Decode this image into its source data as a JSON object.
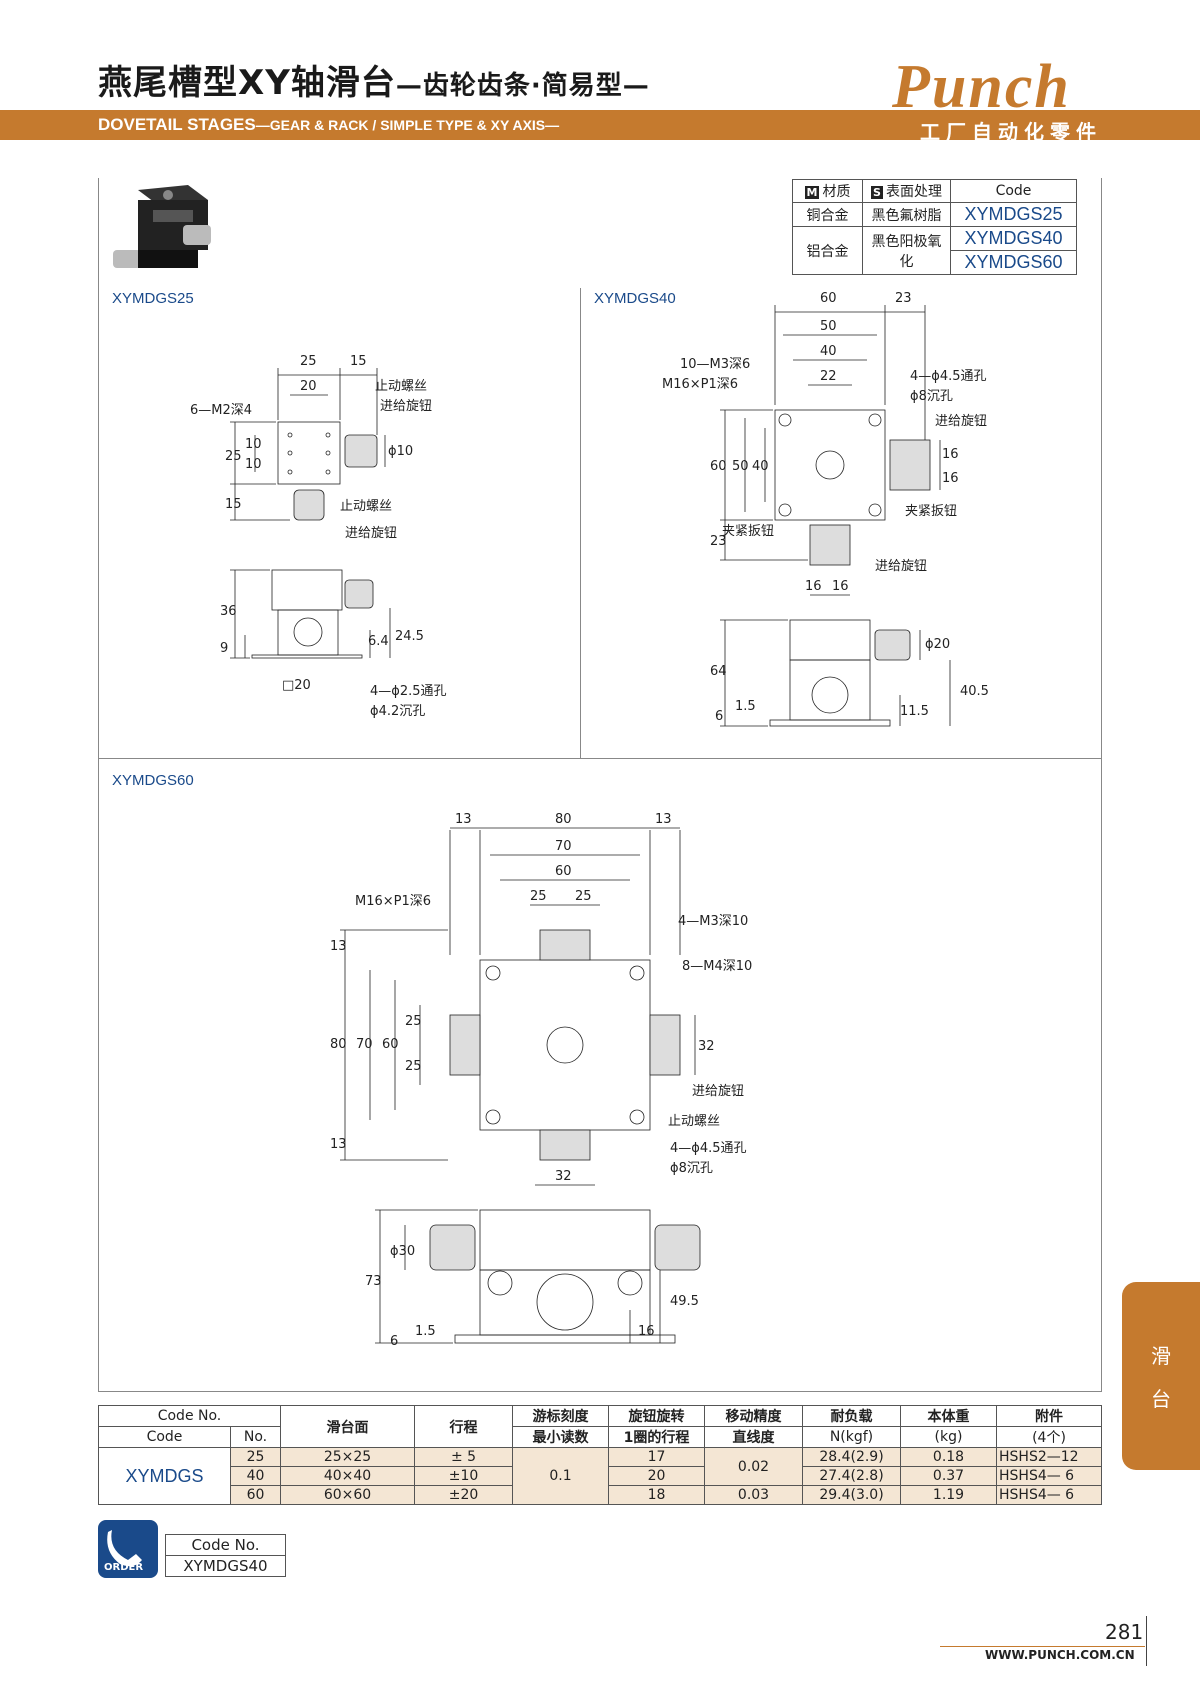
{
  "header": {
    "title_cn": "燕尾槽型XY轴滑台",
    "title_cn_sub": "—齿轮齿条·简易型—",
    "title_en": "DOVETAIL STAGES",
    "title_en_sub": "—GEAR & RACK / SIMPLE TYPE & XY AXIS—",
    "logo": "Punch",
    "logo_sub": "工厂自动化零件"
  },
  "spec": {
    "material_tag": "M",
    "material": "材质",
    "surface_tag": "S",
    "surface": "表面处理",
    "code": "Code",
    "rows": [
      {
        "material": "铜合金",
        "surface": "黑色氟树脂",
        "code": "XYMDGS25"
      },
      {
        "material": "铝合金",
        "surface": "黑色阳极氧化",
        "code": "XYMDGS40"
      },
      {
        "code": "XYMDGS60"
      }
    ]
  },
  "drawings": {
    "d25": {
      "label": "XYMDGS25",
      "dims": [
        "25",
        "15",
        "20",
        "6—M2深4",
        "止动螺丝",
        "进给旋钮",
        "25",
        "10",
        "10",
        "ϕ10",
        "15",
        "止动螺丝",
        "进给旋钮",
        "36",
        "9",
        "6.4",
        "24.5",
        "□20",
        "4—ϕ2.5通孔",
        "ϕ4.2沉孔"
      ]
    },
    "d40": {
      "label": "XYMDGS40",
      "dims": [
        "60",
        "23",
        "50",
        "40",
        "10—M3深6",
        "M16×P1深6",
        "22",
        "4—ϕ4.5通孔",
        "ϕ8沉孔",
        "进给旋钮",
        "60",
        "50",
        "40",
        "16",
        "16",
        "23",
        "夹紧扳钮",
        "夹紧扳钮",
        "进给旋钮",
        "16",
        "16",
        "64",
        "1.5",
        "6",
        "ϕ20",
        "11.5",
        "40.5"
      ]
    },
    "d60": {
      "label": "XYMDGS60",
      "dims": [
        "13",
        "80",
        "13",
        "70",
        "60",
        "M16×P1深6",
        "25",
        "25",
        "4—M3深10",
        "8—M4深10",
        "13",
        "80",
        "70",
        "60",
        "25",
        "25",
        "13",
        "32",
        "进给旋钮",
        "止动螺丝",
        "4—ϕ4.5通孔",
        "ϕ8沉孔",
        "32",
        "ϕ30",
        "73",
        "49.5",
        "1.5",
        "6",
        "16"
      ]
    }
  },
  "table": {
    "headers": {
      "code_no": "Code No.",
      "code": "Code",
      "no": "No.",
      "surface": "滑台面",
      "stroke": "行程",
      "vernier": "游标刻度",
      "vernier2": "最小读数",
      "knob": "旋钮旋转",
      "knob2": "1圈的行程",
      "accuracy": "移动精度",
      "accuracy2": "直线度",
      "load": "耐负载",
      "load2": "N(kgf)",
      "weight": "本体重",
      "weight2": "(kg)",
      "acc": "附件",
      "acc2": "(4个)"
    },
    "code": "XYMDGS",
    "vernier": "0.1",
    "rows": [
      {
        "no": "25",
        "surface": "25×25",
        "stroke": "± 5",
        "knob": "17",
        "load": "28.4(2.9)",
        "weight": "0.18",
        "acc": "HSHS2—12"
      },
      {
        "no": "40",
        "surface": "40×40",
        "stroke": "±10",
        "knob": "20",
        "load": "27.4(2.8)",
        "weight": "0.37",
        "acc": "HSHS4— 6"
      },
      {
        "no": "60",
        "surface": "60×60",
        "stroke": "±20",
        "knob": "18",
        "load": "29.4(3.0)",
        "weight": "1.19",
        "acc": "HSHS4— 6"
      }
    ],
    "accuracy_a": "0.02",
    "accuracy_b": "0.03"
  },
  "order": {
    "icon": "ORDER",
    "code_no": "Code No.",
    "value": "XYMDGS40"
  },
  "side_tab": [
    "滑",
    "台"
  ],
  "footer": {
    "page": "281",
    "url": "WWW.PUNCH.COM.CN"
  }
}
